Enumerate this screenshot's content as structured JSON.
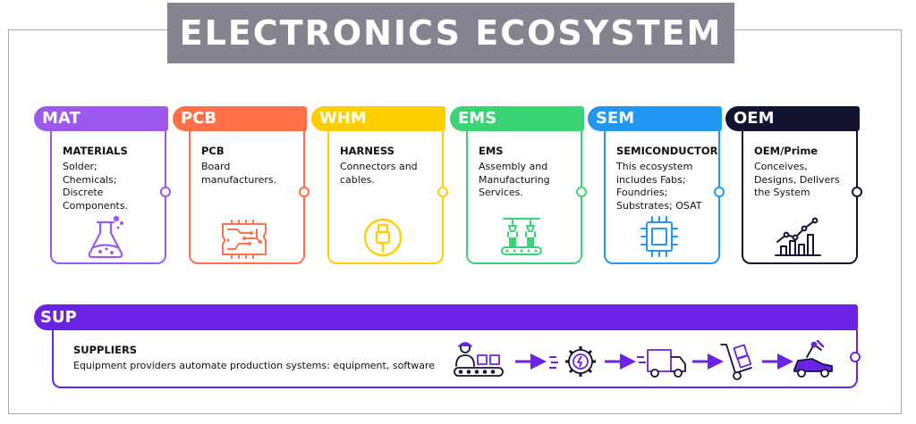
{
  "title": "ELECTRONICS ECOSYSTEM",
  "colors": {
    "mat": "#9d58ef",
    "pcb": "#ff7048",
    "whm": "#ffce00",
    "ems": "#3bd474",
    "sem": "#2196f3",
    "oem": "#121330",
    "sup": "#6c22e6",
    "title_bg": "#84838f"
  },
  "cards": [
    {
      "code": "MAT",
      "heading": "MATERIALS",
      "desc": "Solder; Chemicals; Discrete Components.",
      "icon": "flask-icon"
    },
    {
      "code": "PCB",
      "heading": "PCB",
      "desc": "Board manufacturers.",
      "icon": "circuit-board-icon"
    },
    {
      "code": "WHM",
      "heading": "HARNESS",
      "desc": "Connectors and cables.",
      "icon": "usb-cable-icon"
    },
    {
      "code": "EMS",
      "heading": "EMS",
      "desc": "Assembly and Manufacturing Services.",
      "icon": "assembly-line-icon"
    },
    {
      "code": "SEM",
      "heading": "SEMICONDUCTOR",
      "desc": "This ecosystem includes Fabs; Foundries; Substrates; OSAT",
      "icon": "chip-icon"
    },
    {
      "code": "OEM",
      "heading": "OEM/Prime",
      "desc": "Conceives, Designs, Delivers the System",
      "icon": "growth-chart-icon"
    }
  ],
  "suppliers": {
    "code": "SUP",
    "heading": "SUPPLIERS",
    "desc": "Equipment providers automate production systems: equipment, software",
    "icons": [
      "worker-conveyor-icon",
      "power-gear-icon",
      "delivery-truck-icon",
      "hand-truck-icon",
      "robot-car-icon"
    ]
  }
}
